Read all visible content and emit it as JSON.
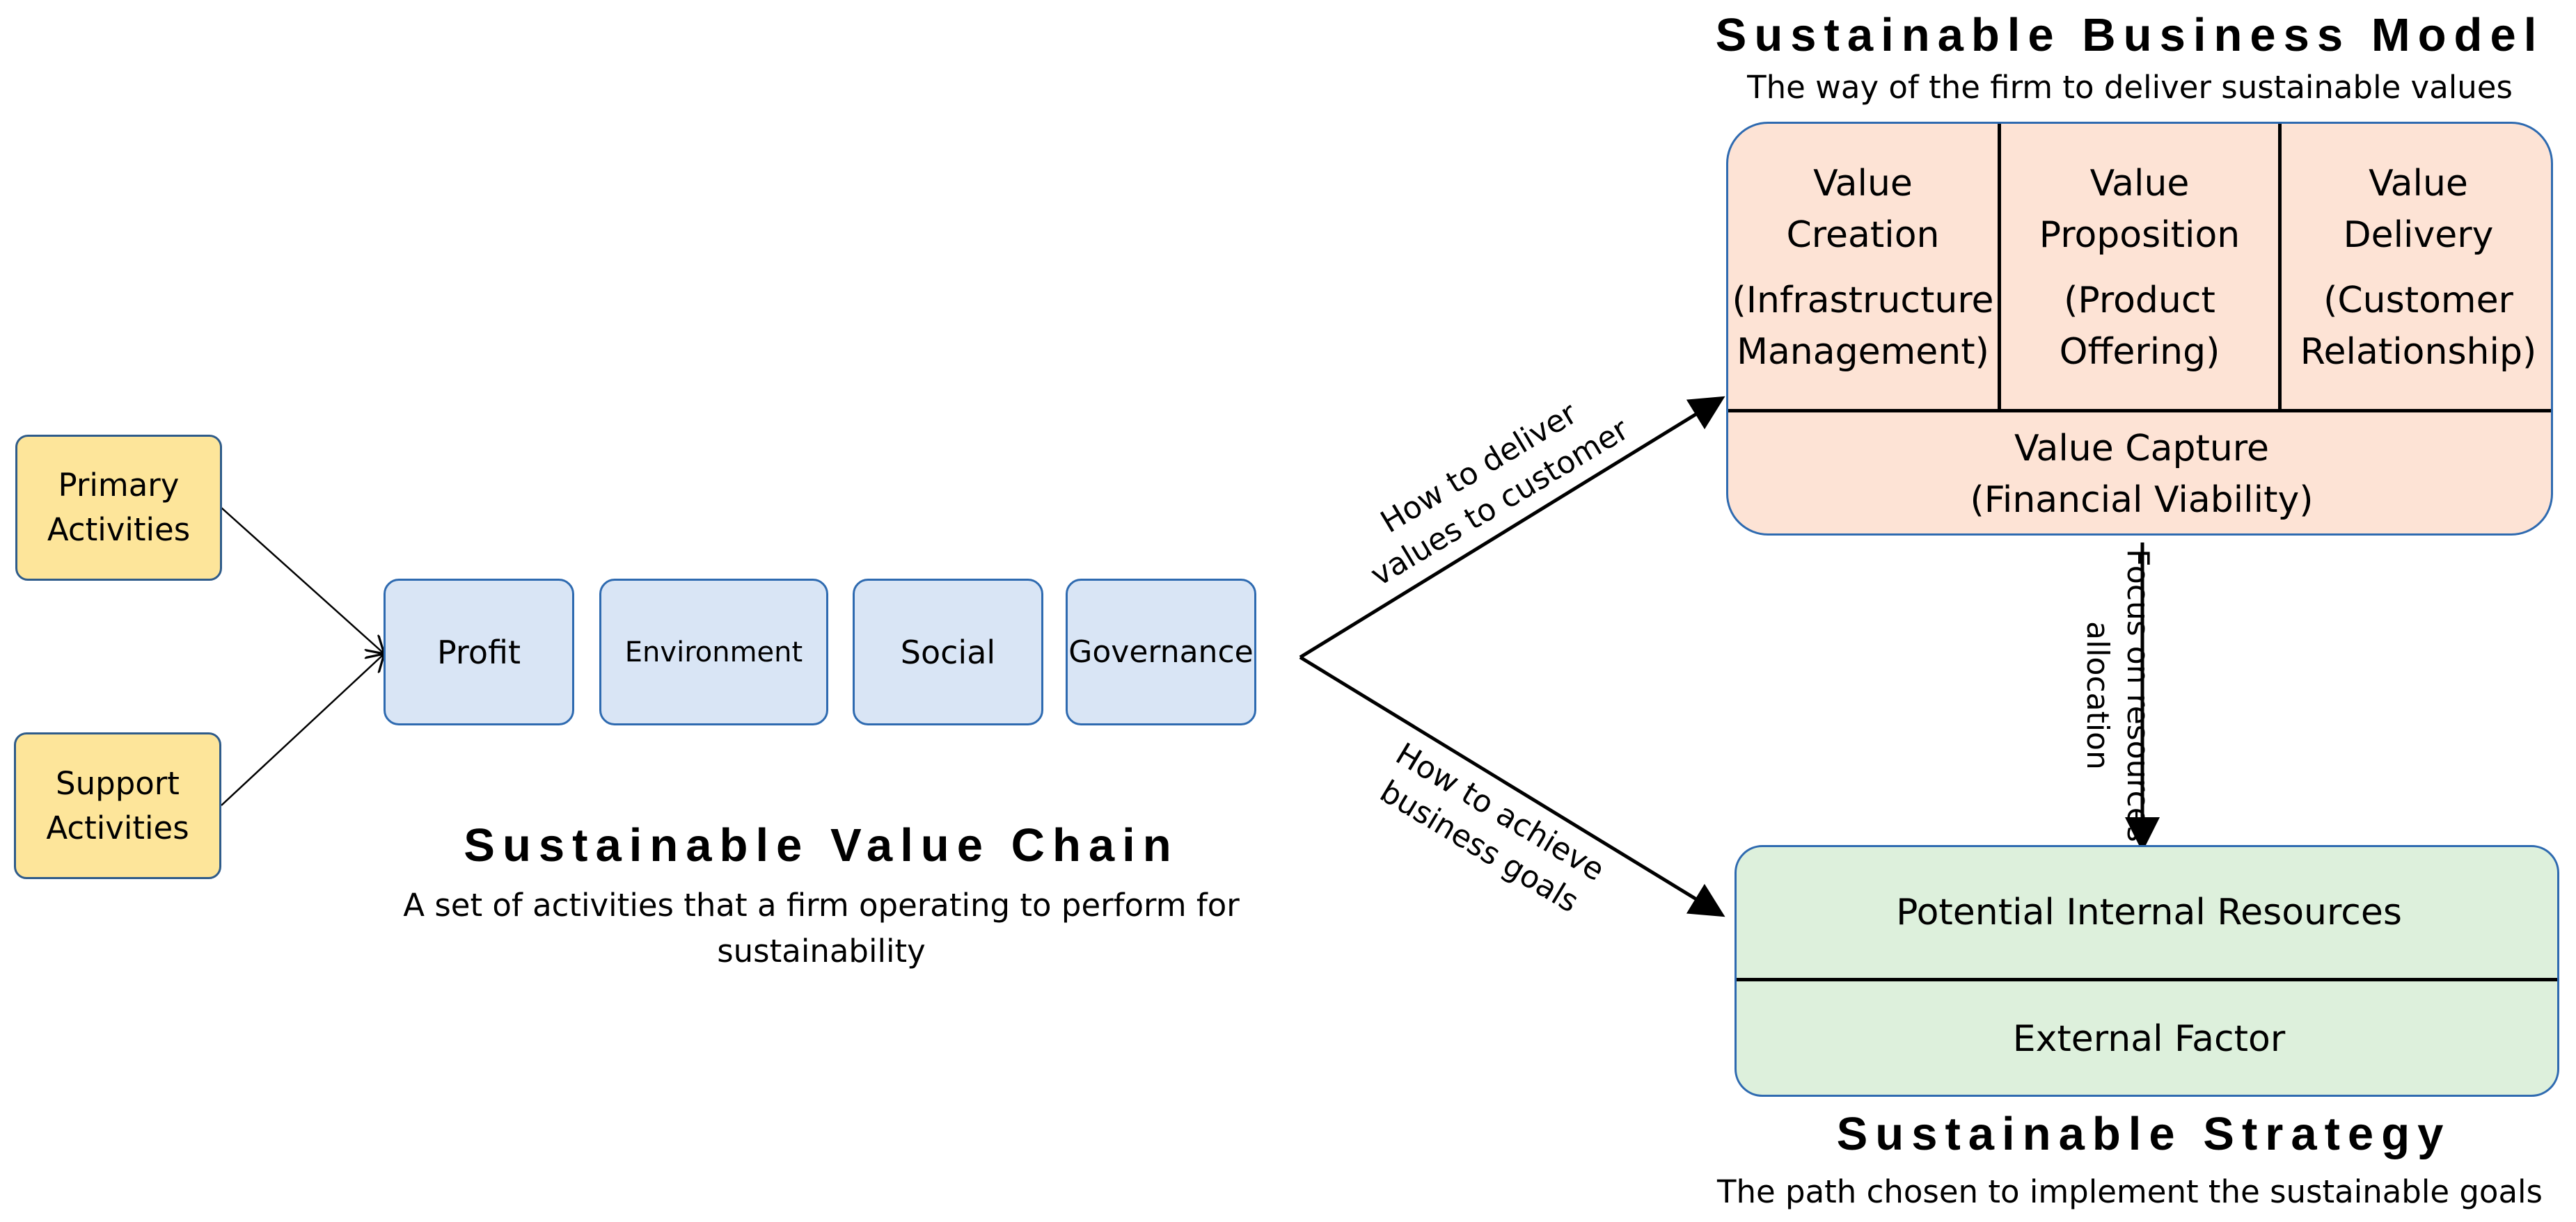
{
  "value_chain": {
    "inputs": [
      {
        "line1": "Primary",
        "line2": "Activities"
      },
      {
        "line1": "Support",
        "line2": "Activities"
      }
    ],
    "components": [
      "Profit",
      "Environment",
      "Social",
      "Governance"
    ],
    "title": "Sustainable Value Chain",
    "description_line1": "A set of activities that a firm operating to perform for",
    "description_line2": "sustainability"
  },
  "business_model": {
    "title": "Sustainable Business Model",
    "subtitle": "The way of the firm to deliver sustainable values",
    "cells": [
      {
        "title1": "Value",
        "title2": "Creation",
        "sub1": "(Infrastructure",
        "sub2": "Management)"
      },
      {
        "title1": "Value",
        "title2": "Proposition",
        "sub1": "(Product",
        "sub2": "Offering)"
      },
      {
        "title1": "Value",
        "title2": "Delivery",
        "sub1": "(Customer",
        "sub2": "Relationship)"
      }
    ],
    "capture_line1": "Value Capture",
    "capture_line2": "(Financial Viability)"
  },
  "strategy": {
    "rows": [
      "Potential Internal Resources",
      "External Factor"
    ],
    "title": "Sustainable Strategy",
    "subtitle": "The path chosen to implement the sustainable goals"
  },
  "connectors": {
    "to_model_line1": "How to deliver",
    "to_model_line2": "values to customer",
    "to_strategy_line1": "How to achieve",
    "to_strategy_line2": "business  goals",
    "model_to_strategy_line1": "Focus on resources",
    "model_to_strategy_line2": "allocation"
  }
}
